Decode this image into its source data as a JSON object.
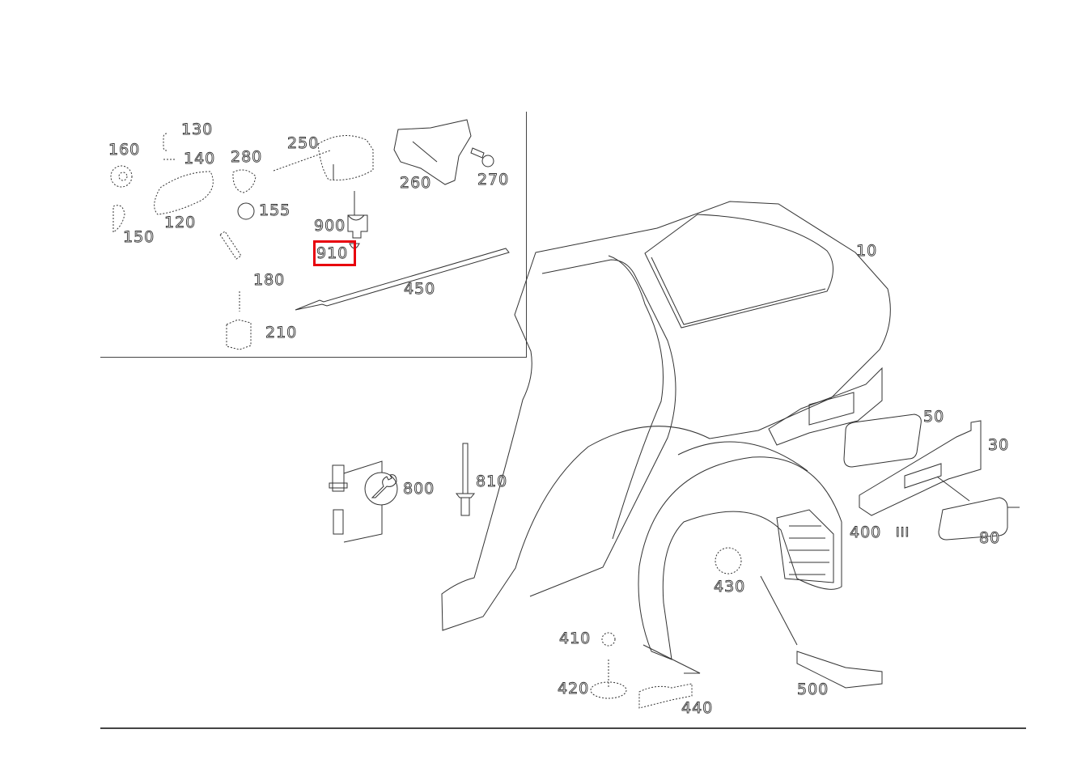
{
  "diagram": {
    "type": "exploded-parts-diagram",
    "subject": "rear side panel / quarter panel assembly",
    "highlight_color": "#e8000d",
    "line_color": "#333333",
    "highlighted_part": "910"
  },
  "inset": {
    "labels": {
      "p130": "130",
      "p140": "140",
      "p160": "160",
      "p120": "120",
      "p150": "150",
      "p155": "155",
      "p280": "280",
      "p250": "250",
      "p260": "260",
      "p270": "270",
      "p900": "900",
      "p910": "910",
      "p180": "180",
      "p450": "450",
      "p210": "210"
    }
  },
  "main": {
    "labels": {
      "p10": "10",
      "p50": "50",
      "p30": "30",
      "p80": "80",
      "p400": "400",
      "p400_note": "III",
      "p430": "430",
      "p410": "410",
      "p420": "420",
      "p440": "440",
      "p500": "500",
      "p800": "800",
      "p810": "810"
    }
  }
}
